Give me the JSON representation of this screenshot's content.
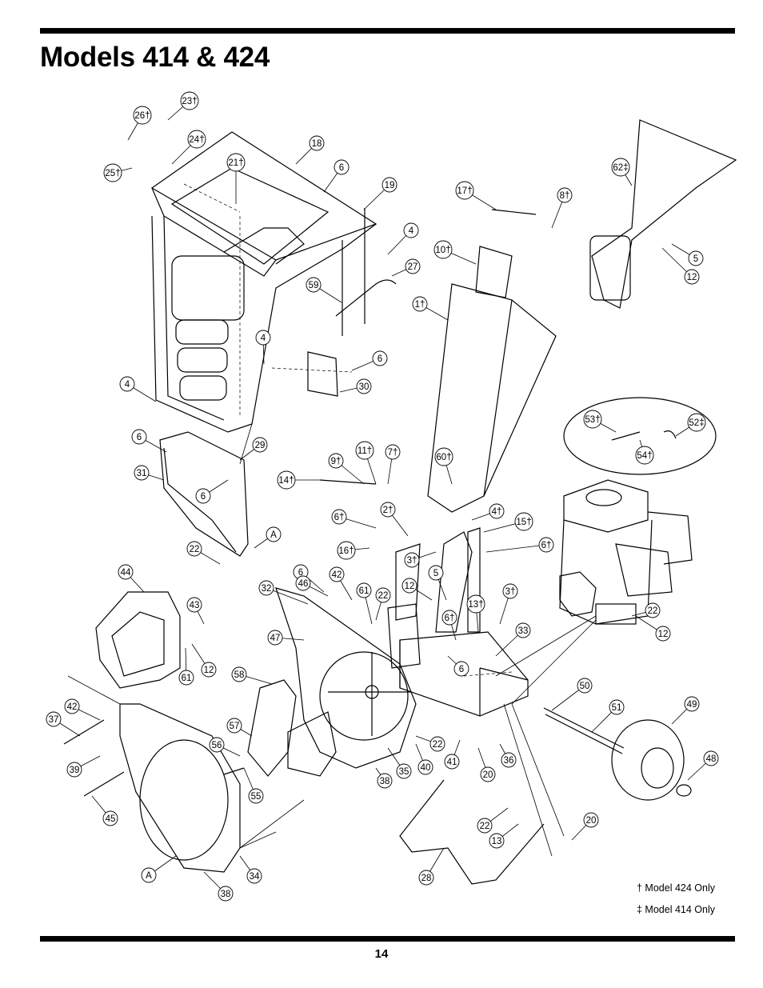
{
  "page": {
    "title": "Models 414 & 424",
    "number": "14"
  },
  "legend": {
    "dagger": "† Model 424 Only",
    "double_dagger": "‡ Model 414 Only"
  },
  "callouts": [
    "23†",
    "26†",
    "24†",
    "25†",
    "18",
    "21†",
    "6",
    "19",
    "17†",
    "8†",
    "62‡",
    "4",
    "10†",
    "27",
    "5",
    "12",
    "59",
    "1†",
    "4",
    "6",
    "30",
    "4",
    "53†",
    "52‡",
    "54†",
    "6",
    "29",
    "31",
    "11†",
    "7†",
    "60†",
    "9†",
    "14†",
    "6",
    "4†",
    "6†",
    "2†",
    "15†",
    "A",
    "22",
    "16†",
    "6†",
    "3†",
    "44",
    "6",
    "42",
    "46",
    "32",
    "61",
    "22",
    "5",
    "43",
    "12",
    "3†",
    "6†",
    "13†",
    "22",
    "47",
    "33",
    "12",
    "61",
    "12",
    "6",
    "58",
    "50",
    "51",
    "49",
    "42",
    "37",
    "57",
    "22",
    "56",
    "41",
    "36",
    "39",
    "20",
    "48",
    "38",
    "35",
    "40",
    "55",
    "45",
    "22",
    "20",
    "13",
    "A",
    "34",
    "28",
    "38"
  ]
}
